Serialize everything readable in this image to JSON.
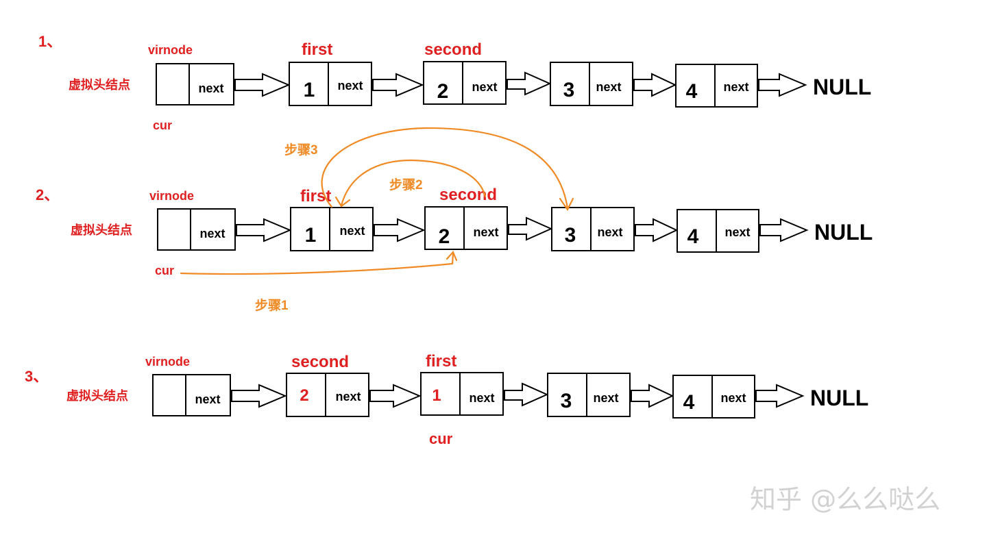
{
  "rows": [
    {
      "step": "1、",
      "head_label": "virnode",
      "head_caption": "虚拟头结点",
      "cur_label": "cur",
      "cur_under": "head",
      "nodes": [
        {
          "value": "",
          "next": "next",
          "label": "",
          "color": "#000000"
        },
        {
          "value": "1",
          "next": "next",
          "label": "first",
          "color": "#000000"
        },
        {
          "value": "2",
          "next": "next",
          "label": "second",
          "color": "#000000"
        },
        {
          "value": "3",
          "next": "next",
          "label": "",
          "color": "#000000"
        },
        {
          "value": "4",
          "next": "next",
          "label": "",
          "color": "#000000"
        }
      ],
      "tail": "NULL"
    },
    {
      "step": "2、",
      "head_label": "virnode",
      "head_caption": "虚拟头结点",
      "cur_label": "cur",
      "cur_under": "head",
      "nodes": [
        {
          "value": "",
          "next": "next",
          "label": "",
          "color": "#000000"
        },
        {
          "value": "1",
          "next": "next",
          "label": "first",
          "color": "#000000"
        },
        {
          "value": "2",
          "next": "next",
          "label": "second",
          "color": "#000000"
        },
        {
          "value": "3",
          "next": "next",
          "label": "",
          "color": "#000000"
        },
        {
          "value": "4",
          "next": "next",
          "label": "",
          "color": "#000000"
        }
      ],
      "tail": "NULL",
      "steps": [
        "步骤1",
        "步骤2",
        "步骤3"
      ]
    },
    {
      "step": "3、",
      "head_label": "virnode",
      "head_caption": "虚拟头结点",
      "cur_label": "cur",
      "cur_under": "node2",
      "nodes": [
        {
          "value": "",
          "next": "next",
          "label": "",
          "color": "#000000"
        },
        {
          "value": "2",
          "next": "next",
          "label": "second",
          "color": "#e02020"
        },
        {
          "value": "1",
          "next": "next",
          "label": "first",
          "color": "#e02020"
        },
        {
          "value": "3",
          "next": "next",
          "label": "",
          "color": "#000000"
        },
        {
          "value": "4",
          "next": "next",
          "label": "",
          "color": "#000000"
        }
      ],
      "tail": "NULL"
    }
  ],
  "watermark": "知乎 @么么哒么",
  "colors": {
    "label": "#e02020",
    "step": "#f08a24",
    "box": "#000000"
  }
}
